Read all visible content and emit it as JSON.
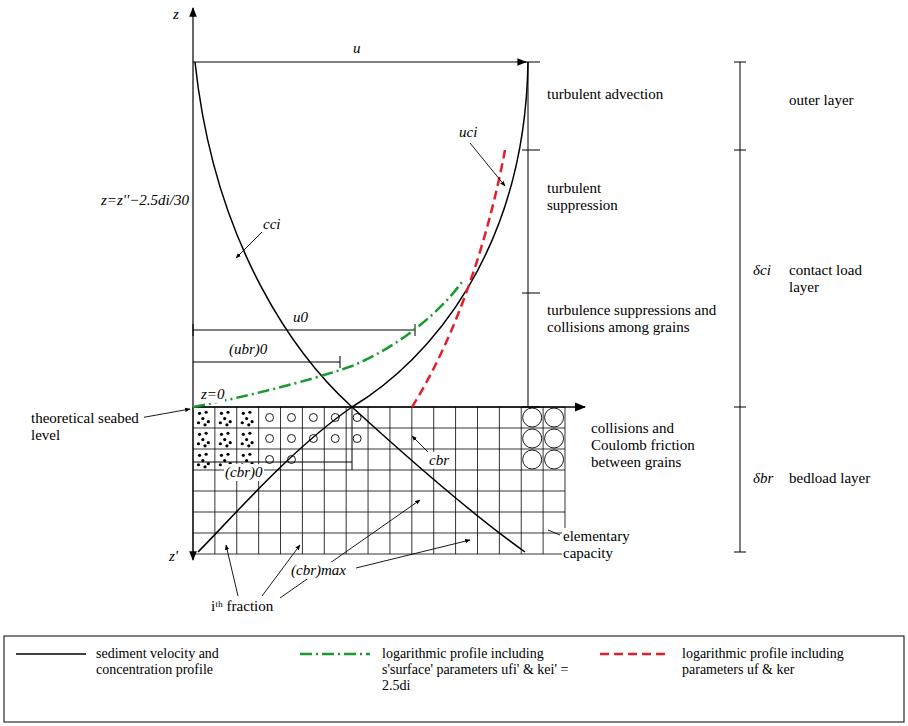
{
  "diagram": {
    "labels": [
      "z",
      "u",
      "z=z''−2.5di/30",
      "cci",
      "uci",
      "turbulent advection",
      "turbulent suppression",
      "turbulence suppressions and collisions among grains",
      "collisions and Coulomb friction between grains",
      "outer layer",
      "δci",
      "contact load layer",
      "δbr",
      "bedload layer",
      "z=0",
      "u0",
      "(ubr)0",
      "theoretical seabed level",
      "(cbr)0",
      "cbr",
      "z'",
      "(cbr)max",
      "iᵗʰ fraction",
      "elementary capacity"
    ],
    "legend": [
      {
        "text": "sediment velocity and concentration profile"
      },
      {
        "text": "logarithmic profile including s'surface' parameters ufi' & kei' = 2.5di"
      },
      {
        "text": "logarithmic profile including parameters uf & ker"
      }
    ]
  }
}
